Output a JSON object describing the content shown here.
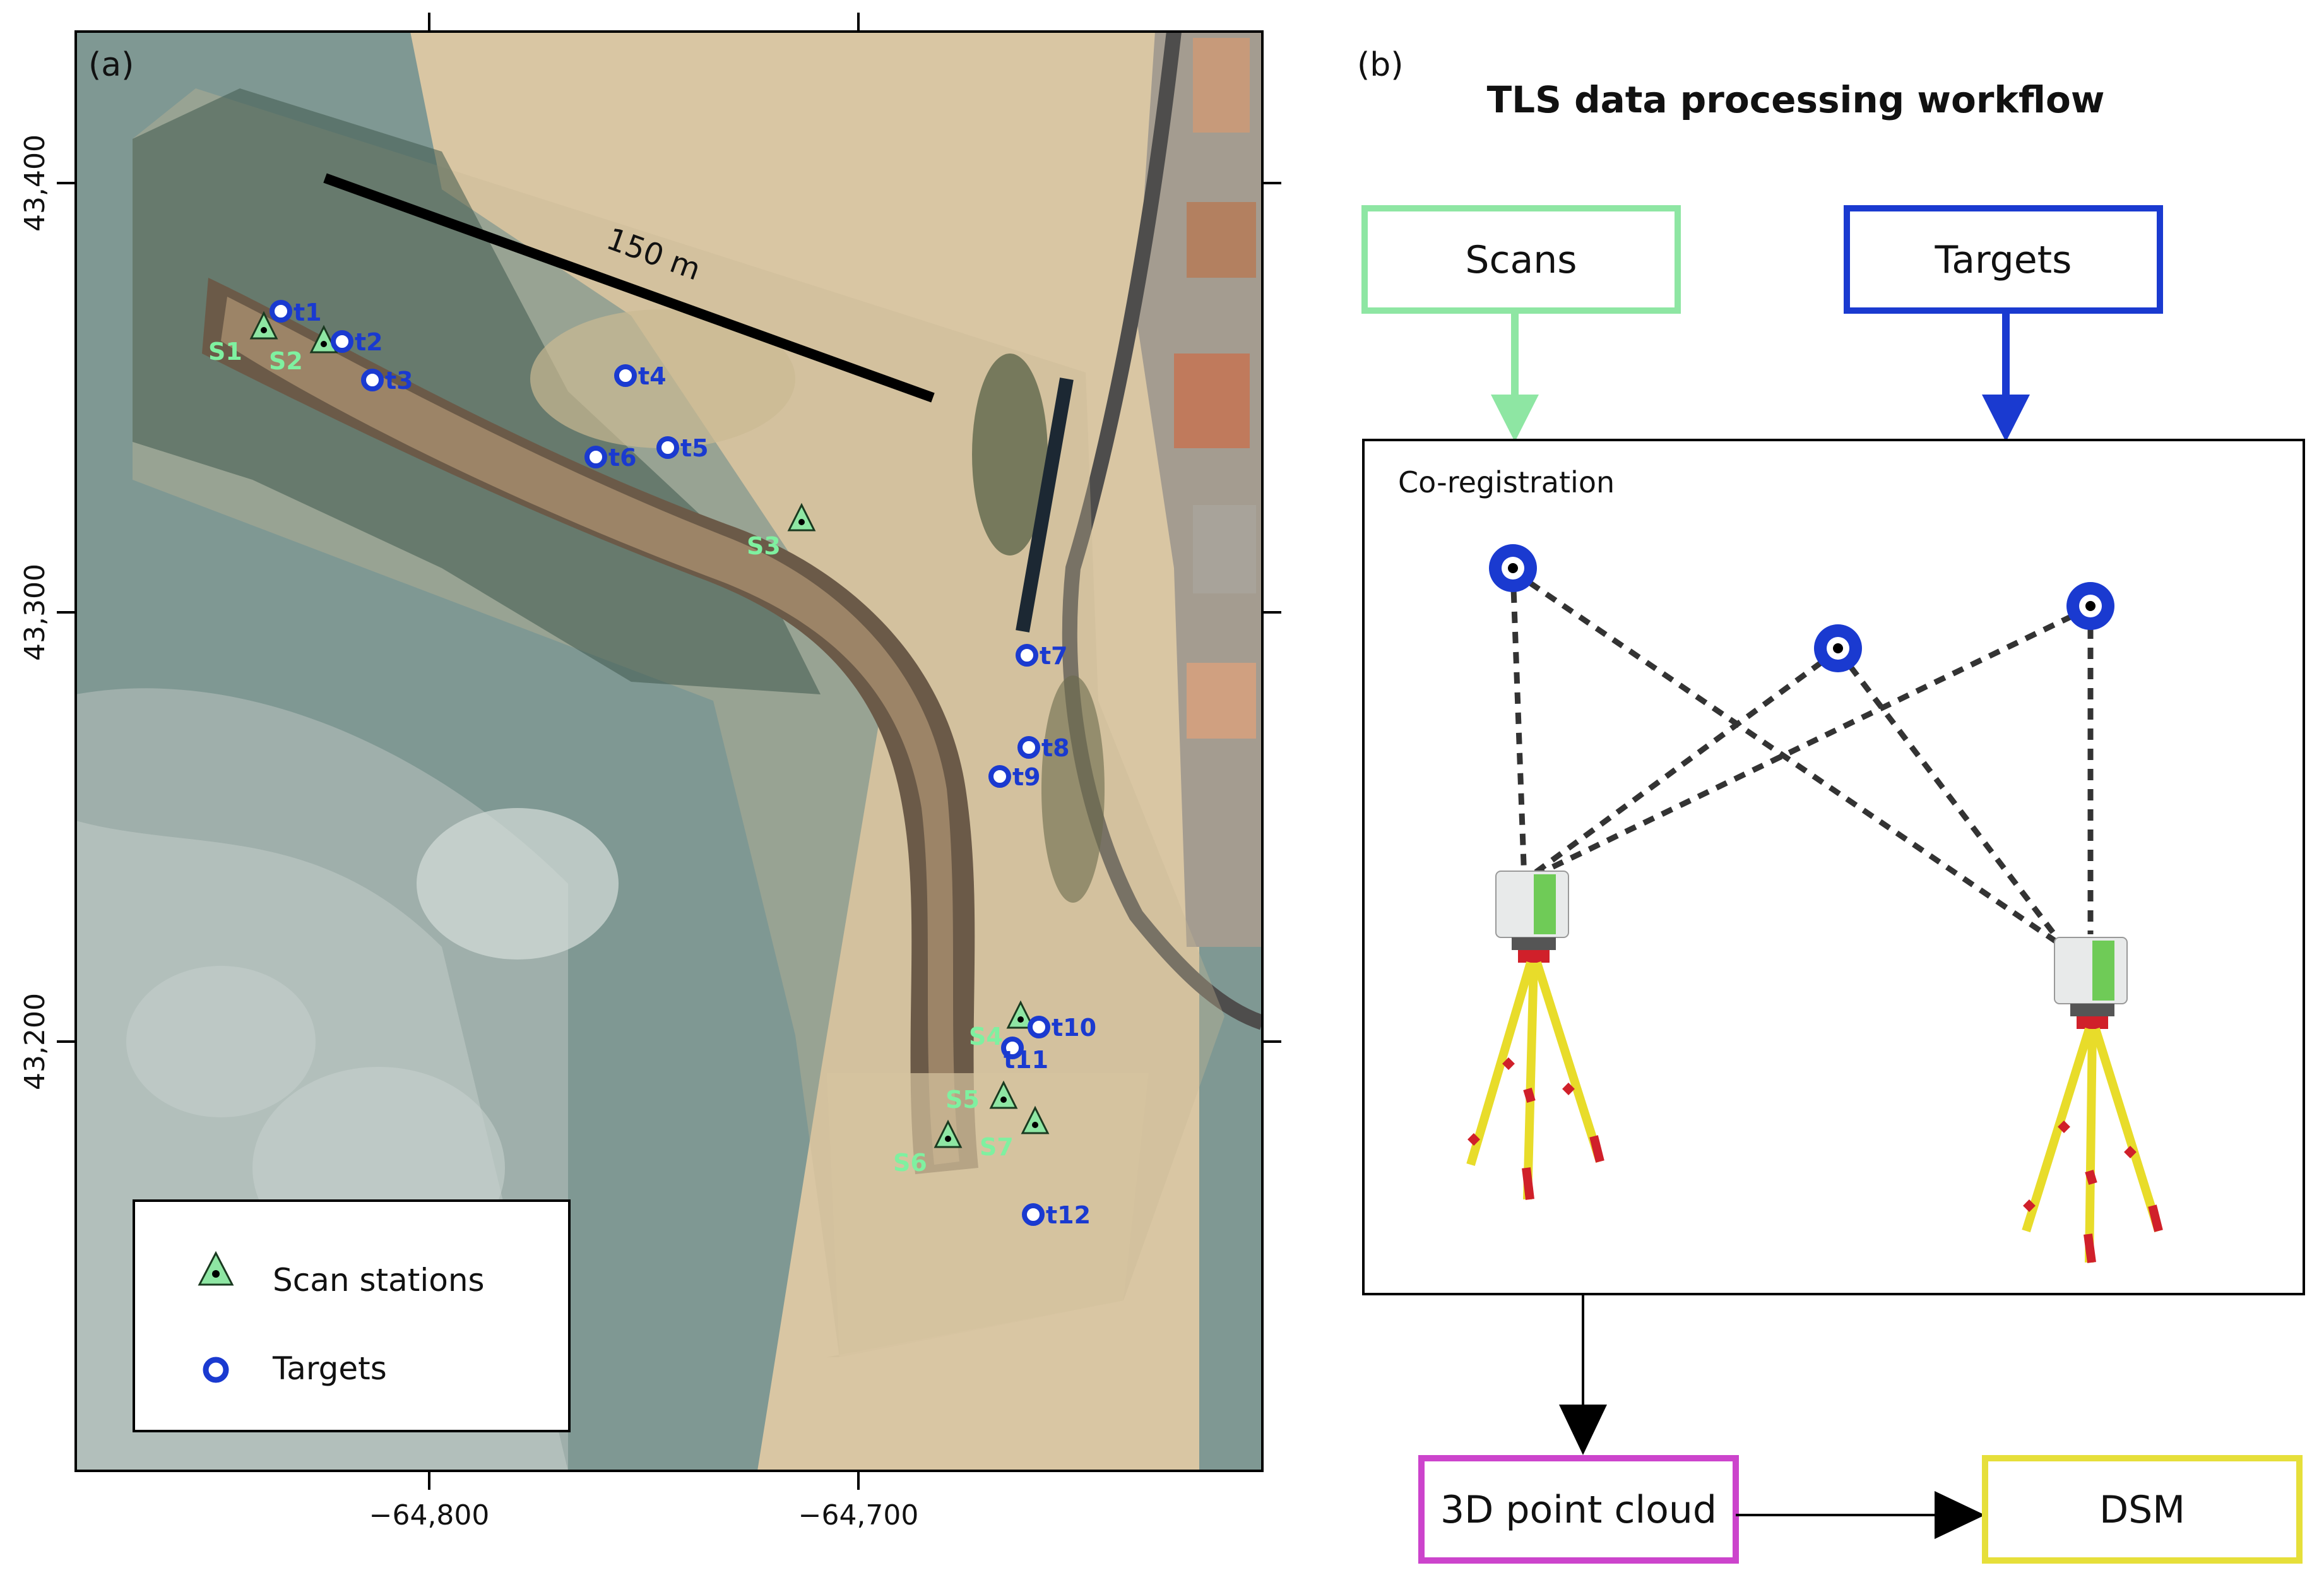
{
  "panel_a": {
    "label": "(a)",
    "x_ticks": [
      "−64,800",
      "−64,700"
    ],
    "y_ticks": [
      "43,400",
      "43,300",
      "43,200"
    ],
    "scale_bar_label": "150 m",
    "scan_stations": [
      "S1",
      "S2",
      "S3",
      "S4",
      "S5",
      "S6",
      "S7"
    ],
    "targets": [
      "t1",
      "t2",
      "t3",
      "t4",
      "t5",
      "t6",
      "t7",
      "t8",
      "t9",
      "t10",
      "t11",
      "t12"
    ],
    "legend": {
      "scan_stations": "Scan stations",
      "targets": "Targets"
    },
    "colors": {
      "scan_station": "#8ee6a3",
      "target": "#1a3ad0",
      "ocean": "#5e7c74",
      "sand": "#d8c7a6"
    }
  },
  "panel_b": {
    "label": "(b)",
    "title": "TLS data processing workflow",
    "scans_box": "Scans",
    "targets_box": "Targets",
    "coregistration_label": "Co-registration",
    "point_cloud_box": "3D point cloud",
    "dsm_box": "DSM",
    "colors": {
      "scans": "#8ee6a3",
      "targets": "#1a3ad0",
      "point_cloud": "#cc44cc",
      "dsm": "#e6df3a"
    }
  }
}
